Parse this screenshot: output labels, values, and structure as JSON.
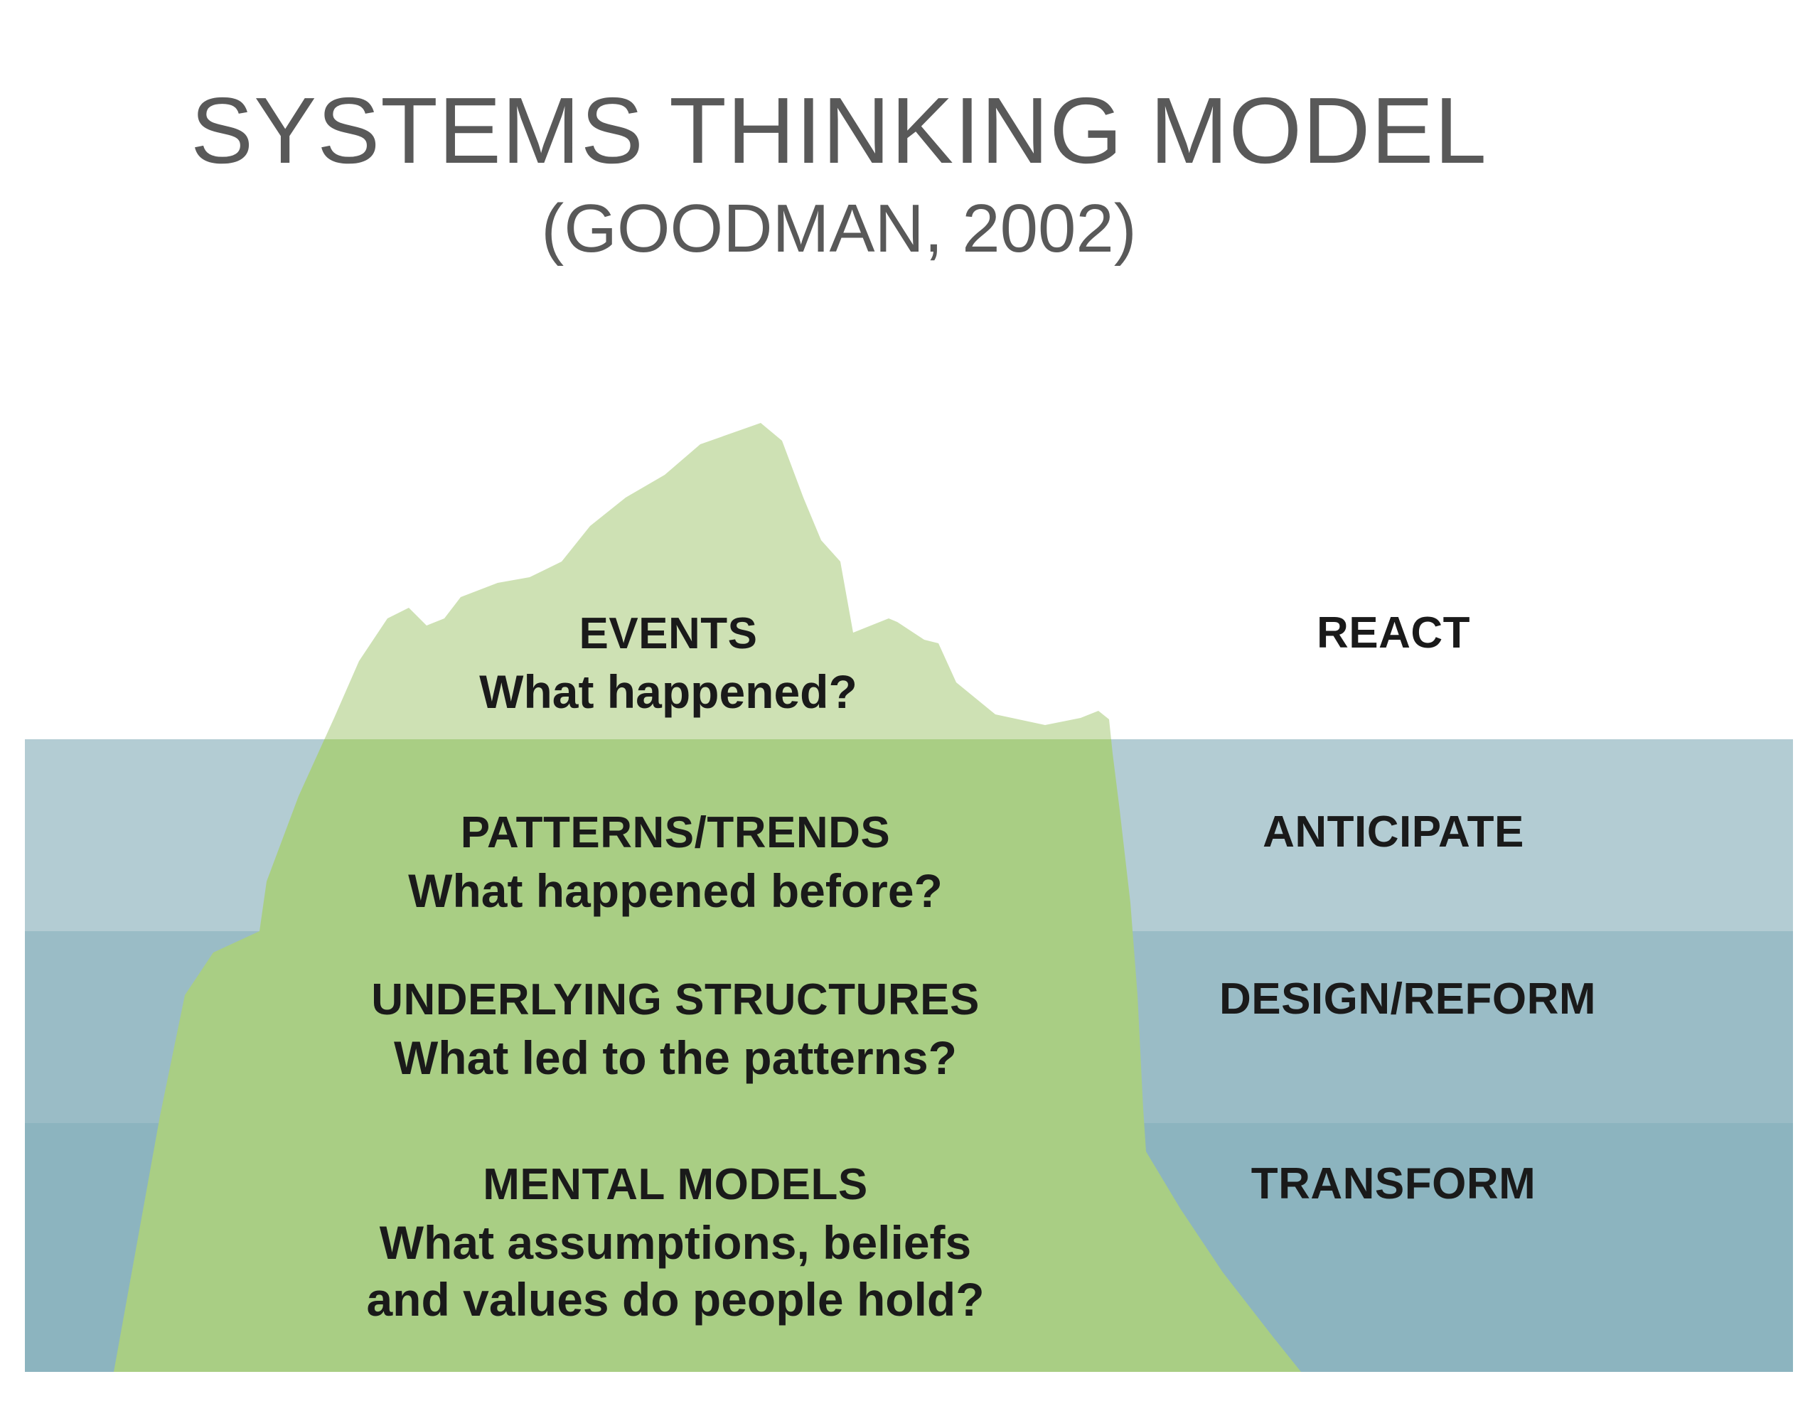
{
  "title": {
    "main": "SYSTEMS THINKING MODEL",
    "subtitle": "(GOODMAN, 2002)"
  },
  "colors": {
    "title_text": "#595959",
    "body_text": "#1a1a1a",
    "background": "#ffffff",
    "iceberg_above_water": "#cee1b4",
    "iceberg_below_water": "#a9ce84",
    "water_band_1": "#b3ccd3",
    "water_band_2": "#9abcc6",
    "water_band_3": "#8cb4bf"
  },
  "diagram": {
    "type": "iceberg-model",
    "levels": [
      {
        "index": 1,
        "name": "EVENTS",
        "question": "What happened?",
        "action": "REACT",
        "position": "above-water",
        "water_band": null
      },
      {
        "index": 2,
        "name": "PATTERNS/TRENDS",
        "question": "What happened before?",
        "action": "ANTICIPATE",
        "position": "below-water",
        "water_band": 1
      },
      {
        "index": 3,
        "name": "UNDERLYING STRUCTURES",
        "question": "What led to the patterns?",
        "action": "DESIGN/REFORM",
        "position": "below-water",
        "water_band": 2
      },
      {
        "index": 4,
        "name": "MENTAL MODELS",
        "question_line_1": "What assumptions, beliefs",
        "question_line_2": "and values do people hold?",
        "action": "TRANSFORM",
        "position": "below-water",
        "water_band": 3
      }
    ]
  }
}
